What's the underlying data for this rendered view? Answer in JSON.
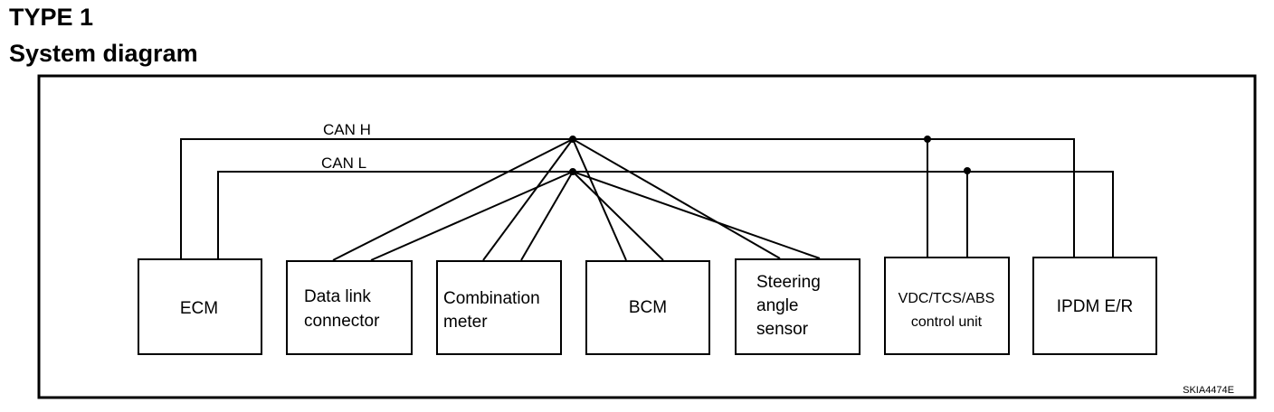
{
  "header": {
    "type_label": "TYPE 1",
    "title": "System diagram"
  },
  "bus": {
    "can_h_label": "CAN H",
    "can_l_label": "CAN L"
  },
  "modules": {
    "ecm": [
      "ECM"
    ],
    "dlc": [
      "Data link",
      "connector"
    ],
    "meter": [
      "Combination",
      "meter"
    ],
    "bcm": [
      "BCM"
    ],
    "steering": [
      "Steering",
      "angle",
      "sensor"
    ],
    "vdc": [
      "VDC/TCS/ABS",
      "control unit"
    ],
    "ipdm": [
      "IPDM E/R"
    ]
  },
  "figure_code": "SKIA4474E"
}
